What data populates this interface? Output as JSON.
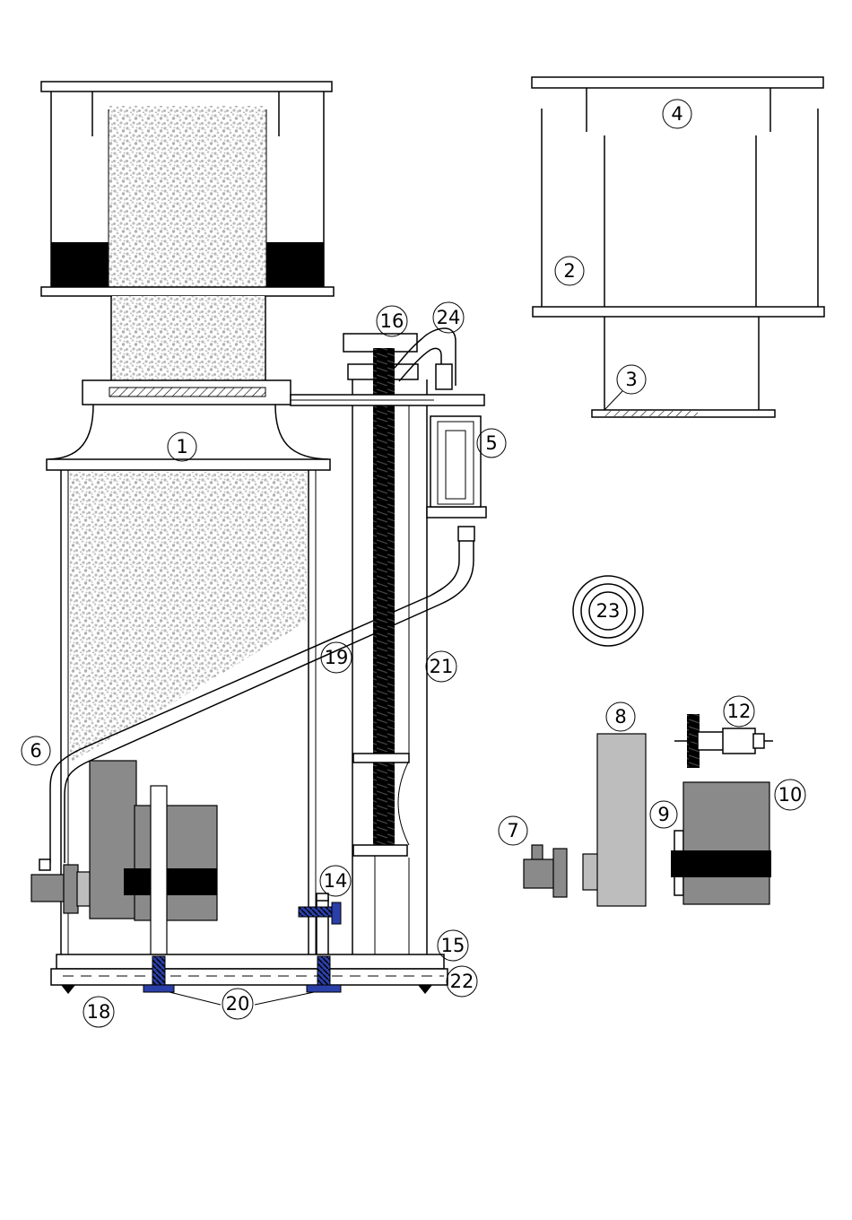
{
  "labels": {
    "l1": "1",
    "l2": "2",
    "l3": "3",
    "l4": "4",
    "l5": "5",
    "l6": "6",
    "l7": "7",
    "l8": "8",
    "l9": "9",
    "l10": "10",
    "l12": "12",
    "l14": "14",
    "l15": "15",
    "l16": "16",
    "l18": "18",
    "l19": "19",
    "l20": "20",
    "l21": "21",
    "l22": "22",
    "l23": "23",
    "l24": "24"
  },
  "colors": {
    "foam": "#c4c4c4",
    "pump_body": "#8a8a8a",
    "pump_housing": "#bdbdbd",
    "black_band": "#000000",
    "screw_blue": "#2a3fa8",
    "foam_collar": "#000000"
  }
}
